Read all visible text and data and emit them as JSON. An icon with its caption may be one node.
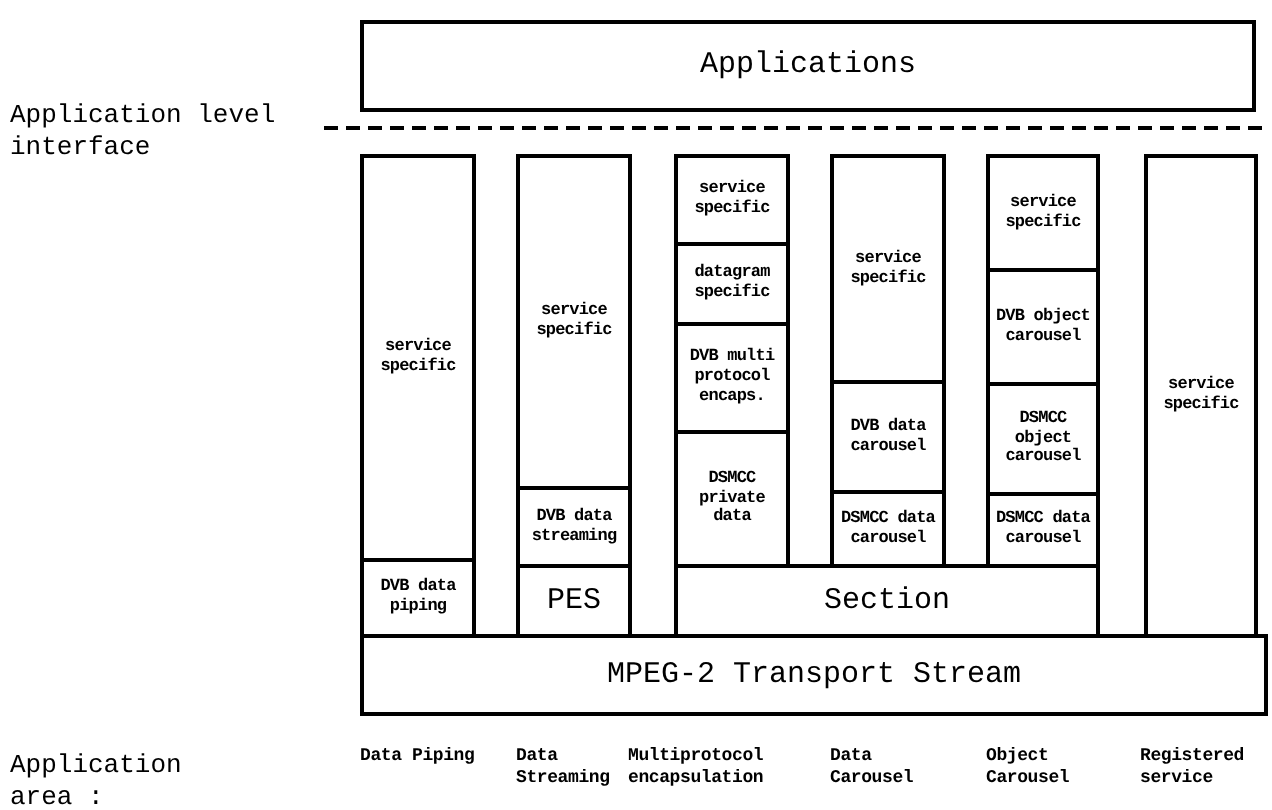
{
  "diagram": {
    "nodes": [
      {
        "text": [
          "Applications"
        ]
      },
      {
        "text": [
          "service specific"
        ]
      },
      {
        "text": [
          "DVB data piping"
        ]
      },
      {
        "text": [
          "service specific"
        ]
      },
      {
        "text": [
          "DVB data streaming"
        ]
      },
      {
        "text": [
          "PES"
        ]
      },
      {
        "text": [
          "service specific"
        ]
      },
      {
        "text": [
          "datagram specific"
        ]
      },
      {
        "text": [
          "DVB multi protocol encaps."
        ]
      },
      {
        "text": [
          "DSMCC private data"
        ]
      },
      {
        "text": [
          "service specific"
        ]
      },
      {
        "text": [
          "DVB data carousel"
        ]
      },
      {
        "text": [
          "DSMCC data carousel"
        ]
      },
      {
        "text": [
          "service specific"
        ]
      },
      {
        "text": [
          "DVB object carousel"
        ]
      },
      {
        "text": [
          "DSMCC object carousel"
        ]
      },
      {
        "text": [
          "DSMCC data carousel"
        ]
      },
      {
        "text": [
          "Section"
        ]
      },
      {
        "text": [
          "service specific"
        ]
      },
      {
        "text": [
          "MPEG-2 Transport Stream"
        ]
      }
    ],
    "labels": [
      "Application level interface",
      "Application area :",
      "Data Piping",
      "Data Streaming",
      "Multiprotocol encapsulation",
      "Data Carousel",
      "Object Carousel",
      "Registered service"
    ]
  }
}
